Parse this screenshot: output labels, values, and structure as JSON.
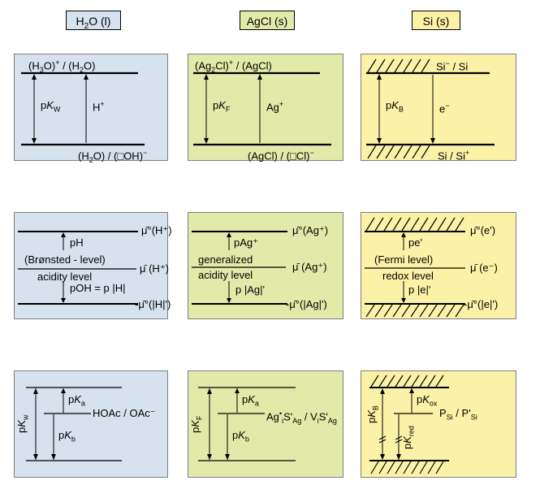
{
  "colors": {
    "h2o": "#d6e2ee",
    "agcl": "#e2eaa9",
    "si": "#fbf2a7",
    "line": "#000000",
    "border": "#7f7f7f"
  },
  "headers": {
    "h2o": "H₂O (l)",
    "agcl": "AgCl (s)",
    "si": "Si (s)"
  },
  "row1": {
    "h2o": {
      "top": "(H₃O)⁺ / (H₂O)",
      "bottom": "(H₂O) / (□OH)⁻",
      "pk": "pK_W",
      "carrier": "H⁺"
    },
    "agcl": {
      "top": "(Ag₂Cl)⁺ / (AgCl)",
      "bottom": "(AgCl) / (□Cl)⁻",
      "pk": "pK_F",
      "carrier": "Ag⁺"
    },
    "si": {
      "top": "Si⁻ / Si",
      "bottom": "Si / Si⁺",
      "pk": "pK_B",
      "carrier": "e⁻"
    }
  },
  "row2": {
    "h2o": {
      "top_level": "μ̄°(H⁺)",
      "mid_level": "μ̄ (H⁺)",
      "bottom_level": "-μ̄°(|H|')",
      "up": "pH",
      "mid_text1": "(Brønsted - level)",
      "mid_text2": "acidity  level",
      "down": "pOH = p |H|"
    },
    "agcl": {
      "top_level": "μ̄°(Ag⁺)",
      "mid_level": "μ̄ (Ag⁺)",
      "bottom_level": "-μ̄°(|Ag|')",
      "up": "pAg⁺",
      "mid_text1": "generalized",
      "mid_text2": "acidity level",
      "down": "p |Ag|'"
    },
    "si": {
      "top_level": "μ̄°(e')",
      "mid_level": "μ̄ (e⁻)",
      "bottom_level": "-μ̄°(|e|')",
      "up": "pe'",
      "mid_text1": "(Fermi  level)",
      "mid_text2": "redox  level",
      "down": "p |e|'"
    }
  },
  "row3": {
    "h2o": {
      "outer": "pK_w",
      "upper": "pK_a",
      "lower": "pK_b",
      "right": "HOAc / OAc⁻"
    },
    "agcl": {
      "outer": "pK_F",
      "upper": "pK_a",
      "lower": "pK_b",
      "right": "Ag·_iS'_Ag / V_iS'_Ag"
    },
    "si": {
      "outer": "pK_B",
      "upper": "pK_ox",
      "lower": "pK_red",
      "right": "P_Si / P'_Si"
    }
  }
}
